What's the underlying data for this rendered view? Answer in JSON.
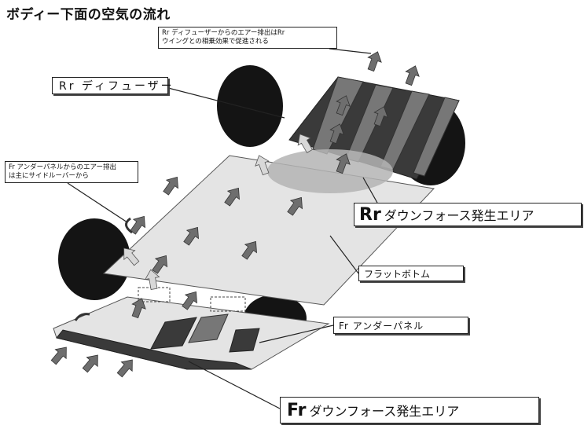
{
  "title": "ボディー下面の空気の流れ",
  "callouts": {
    "top_note_line1": "Rr ディフューザーからのエアー排出はRr",
    "top_note_line2": "ウイングとの相乗効果で促進される",
    "left_note_line1": "Fr アンダーパネルからのエアー排出",
    "left_note_line2": "は主にサイドルーバーから",
    "rr_diffuser": "Rr ディフューザー",
    "rr_area_prefix": "Rr",
    "rr_area_text": "ダウンフォース発生エリア",
    "flat_bottom": "フラットボトム",
    "fr_under_panel": "Fr アンダーパネル",
    "fr_area_prefix": "Fr",
    "fr_area_text": "ダウンフォース発生エリア"
  },
  "colors": {
    "tire": "#141414",
    "floor": "#e4e4e4",
    "floor_edge": "#555555",
    "diffuser_dark": "#3a3a3a",
    "diffuser_mid": "#777777",
    "downforce_zone": "#b4b4b4",
    "arrow": "#6e6e6e",
    "arrow_light": "#d8d8d8"
  }
}
